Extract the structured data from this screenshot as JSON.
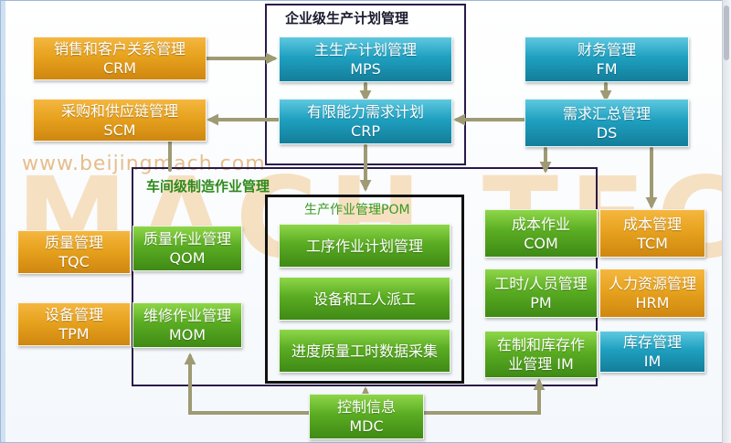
{
  "watermark": {
    "url": "www.beijingmach.com",
    "big": "MACH TECH"
  },
  "regions": {
    "enterprise": "企业级生产计划管理",
    "workshop": "车间级制造作业管理",
    "pom": "生产作业管理POM"
  },
  "boxes": {
    "crm": {
      "title": "销售和客户关系管理",
      "code": "CRM"
    },
    "scm": {
      "title": "采购和供应链管理",
      "code": "SCM"
    },
    "mps": {
      "title": "主生产计划管理",
      "code": "MPS"
    },
    "crp": {
      "title": "有限能力需求计划",
      "code": "CRP"
    },
    "fm": {
      "title": "财务管理",
      "code": "FM"
    },
    "ds": {
      "title": "需求汇总管理",
      "code": "DS"
    },
    "tqc": {
      "title": "质量管理",
      "code": "TQC"
    },
    "qom": {
      "title": "质量作业管理",
      "code": "QOM"
    },
    "tpm": {
      "title": "设备管理",
      "code": "TPM"
    },
    "mom": {
      "title": "维修作业管理",
      "code": "MOM"
    },
    "op_plan": {
      "title": "工序作业计划管理"
    },
    "dispatch": {
      "title": "设备和工人派工"
    },
    "collect": {
      "title": "进度质量工时数据采集"
    },
    "com": {
      "title": "成本作业",
      "code": "COM"
    },
    "tcm": {
      "title": "成本管理",
      "code": "TCM"
    },
    "pm": {
      "title": "工时/人员管理",
      "code": "PM"
    },
    "hrm": {
      "title": "人力资源管理",
      "code": "HRM"
    },
    "im_op": {
      "title": "在制和库存作",
      "title2": "业管理 IM"
    },
    "im": {
      "title": "库存管理",
      "code": "IM"
    },
    "mdc": {
      "title": "控制信息",
      "code": "MDC"
    }
  },
  "colors": {
    "orange": "#e7a21e",
    "teal": "#1fa0c0",
    "green": "#5aac22",
    "frame_dark": "#2a1a4a",
    "arrow": "#9e9b74",
    "workshop_title": "#2f8a1c",
    "pom_title": "#3a9a20",
    "watermark": "#ee9828"
  }
}
